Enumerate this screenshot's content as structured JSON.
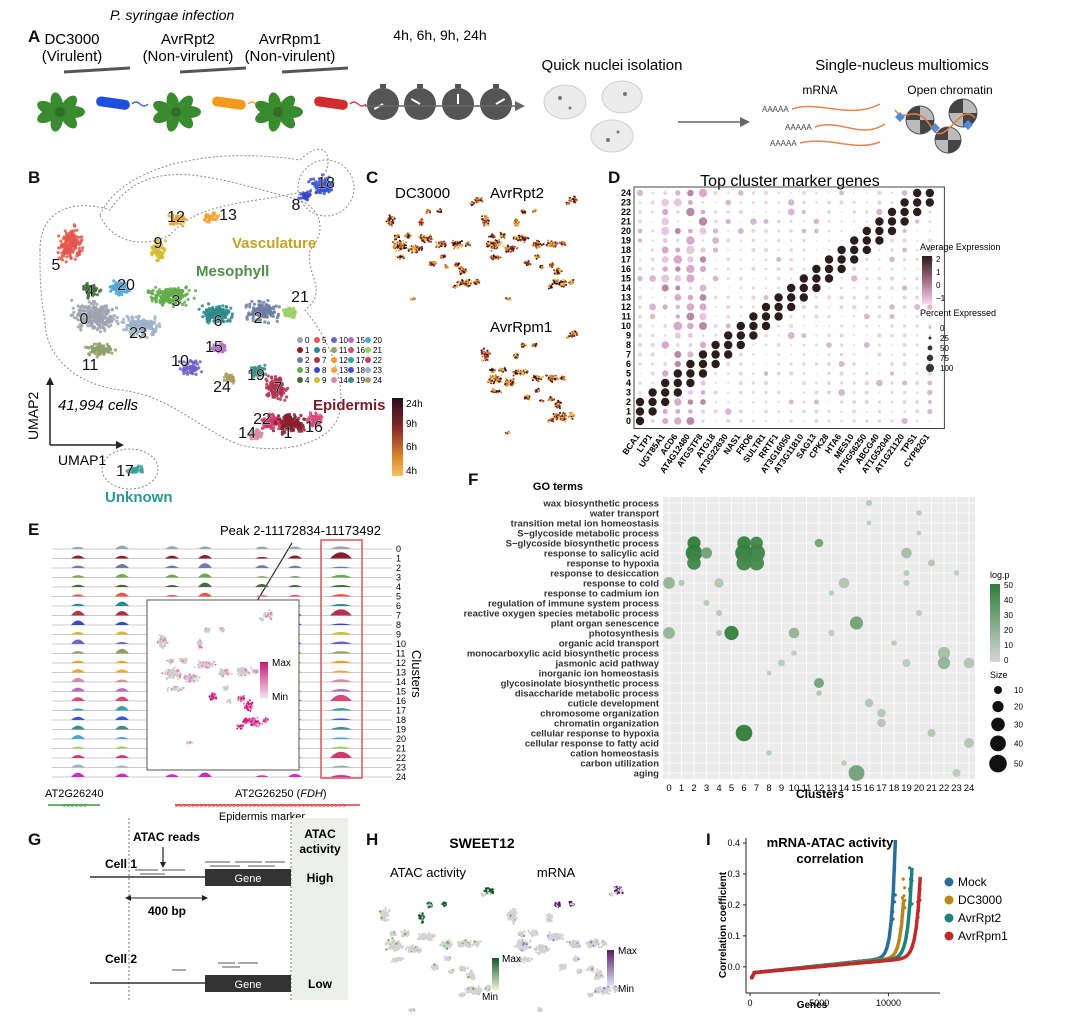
{
  "panel_letters": [
    "A",
    "B",
    "C",
    "D",
    "E",
    "F",
    "G",
    "H",
    "I"
  ],
  "panelA": {
    "title": "P. syringae infection",
    "strains": [
      {
        "name": "DC3000",
        "type": "(Virulent)",
        "color": "#1f4fe0"
      },
      {
        "name": "AvrRpt2",
        "type": "(Non-virulent)",
        "color": "#f39a1e"
      },
      {
        "name": "AvrRpm1",
        "type": "(Non-virulent)",
        "color": "#d22b2b"
      }
    ],
    "timepoints": "4h, 6h, 9h, 24h",
    "isolation": "Quick nuclei isolation",
    "multiomics": "Single-nucleus multiomics",
    "mrna_label": "mRNA",
    "chromatin_label": "Open chromatin"
  },
  "panelB": {
    "vasculature": "Vasculature",
    "mesophyll": "Mesophyll",
    "epidermis": "Epidermis",
    "unknown": "Unknown",
    "cells": "41,994 cells",
    "xaxis": "UMAP1",
    "yaxis": "UMAP2",
    "cluster_labels": [
      {
        "t": "18"
      },
      {
        "t": "8"
      },
      {
        "t": "12"
      },
      {
        "t": "13"
      },
      {
        "t": "9"
      },
      {
        "t": "5"
      },
      {
        "t": "4"
      },
      {
        "t": "20"
      },
      {
        "t": "3"
      },
      {
        "t": "0"
      },
      {
        "t": "6"
      },
      {
        "t": "2"
      },
      {
        "t": "21"
      },
      {
        "t": "23"
      },
      {
        "t": "11"
      },
      {
        "t": "15"
      },
      {
        "t": "10"
      },
      {
        "t": "24"
      },
      {
        "t": "19"
      },
      {
        "t": "7"
      },
      {
        "t": "22"
      },
      {
        "t": "14"
      },
      {
        "t": "1"
      },
      {
        "t": "16"
      },
      {
        "t": "17"
      }
    ],
    "legend": [
      "0",
      "1",
      "2",
      "3",
      "4",
      "5",
      "6",
      "7",
      "8",
      "9",
      "10",
      "11",
      "12",
      "13",
      "14",
      "15",
      "16",
      "17",
      "18",
      "19",
      "20",
      "21",
      "22",
      "23",
      "24"
    ],
    "legend_colors": [
      "#9ea3b0",
      "#8a1e2e",
      "#6e7da3",
      "#63ad4a",
      "#3f6e3a",
      "#e6564f",
      "#2d8a8a",
      "#b23050",
      "#3a47c8",
      "#d4bc2f",
      "#6d63c9",
      "#8fa06b",
      "#e8a228",
      "#f0a53a",
      "#d98ca8",
      "#b76ac8",
      "#d44b7a",
      "#3aa19a",
      "#3d55d6",
      "#3a8f86",
      "#4fa6d8",
      "#9ad06a",
      "#cf3a6a",
      "#9bb2c9",
      "#a8a062"
    ]
  },
  "panelC": {
    "titles": [
      "DC3000",
      "AvrRpt2",
      "AvrRpm1"
    ],
    "legend": [
      "24h",
      "9h",
      "6h",
      "4h"
    ]
  },
  "panelD": {
    "title": "Top cluster marker genes",
    "genes": [
      "BCA1",
      "LTP1",
      "UGT85A1",
      "ACD6",
      "AT4G12480",
      "ATGSTF8",
      "ATG18",
      "AT3G22630",
      "NAS1",
      "FRO6",
      "SULTR1",
      "RRTF1",
      "AT3G16050",
      "AT3G11810",
      "SAG13",
      "CPK28",
      "HTA6",
      "MES10",
      "AT5G56250",
      "ABCG40",
      "AT1G52040",
      "AT1G21120",
      "TPS1",
      "CYP82G1"
    ],
    "rows": [
      "24",
      "23",
      "22",
      "21",
      "20",
      "19",
      "18",
      "17",
      "16",
      "15",
      "14",
      "13",
      "12",
      "11",
      "10",
      "9",
      "8",
      "7",
      "6",
      "5",
      "4",
      "3",
      "2",
      "1",
      "0"
    ],
    "avg_expr_title": "Average Expression",
    "avg_expr_ticks": [
      "2",
      "1",
      "0",
      "−1"
    ],
    "pct_title": "Percent Expressed",
    "pct_ticks": [
      "0",
      "25",
      "50",
      "75",
      "100"
    ]
  },
  "panelE": {
    "peak": "Peak 2-11172834-11173492",
    "clusters_label": "Clusters",
    "tracks": [
      "0",
      "1",
      "2",
      "3",
      "4",
      "5",
      "6",
      "7",
      "8",
      "9",
      "10",
      "11",
      "12",
      "13",
      "14",
      "15",
      "16",
      "17",
      "18",
      "19",
      "20",
      "21",
      "22",
      "23",
      "24"
    ],
    "track_colors": [
      "#9ea3b0",
      "#8a1e2e",
      "#6e7da3",
      "#63ad4a",
      "#3f6e3a",
      "#e6564f",
      "#2d8a8a",
      "#b23050",
      "#3a47c8",
      "#d4bc2f",
      "#6d63c9",
      "#8fa06b",
      "#e8a228",
      "#f0a53a",
      "#d98ca8",
      "#b76ac8",
      "#d44b7a",
      "#3aa19a",
      "#3d55d6",
      "#3a8f86",
      "#4fa6d8",
      "#9ad06a",
      "#cf3a6a",
      "#9bb2c9",
      "#d12ac0"
    ],
    "gene1": "AT2G26240",
    "gene2": "AT2G26250 (",
    "gene2_it": "FDH",
    "gene2_end": ")",
    "marker": "Epidermis marker",
    "max": "Max",
    "min": "Min"
  },
  "panelF": {
    "title": "GO terms",
    "terms": [
      "wax biosynthetic process",
      "water transport",
      "transition metal ion homeostasis",
      "S−glycoside metabolic process",
      "S−glycoside biosynthetic process",
      "response to salicylic acid",
      "response to hypoxia",
      "response to desiccation",
      "response to cold",
      "response to cadmium ion",
      "regulation of immune system process",
      "reactive oxygen species metabolic process",
      "plant organ senescence",
      "photosynthesis",
      "organic acid transport",
      "monocarboxylic acid biosynthetic process",
      "jasmonic acid pathway",
      "inorganic ion homeostasis",
      "glycosinolate biosynthetic process",
      "disaccharide metabolic process",
      "cuticle development",
      "chromosome organization",
      "chromatin organization",
      "cellular response to hypoxia",
      "cellular response to fatty acid",
      "cation homeostasis",
      "carbon utilization",
      "aging"
    ],
    "clusters": [
      "0",
      "1",
      "2",
      "3",
      "4",
      "5",
      "6",
      "7",
      "8",
      "9",
      "10",
      "11",
      "12",
      "13",
      "14",
      "15",
      "16",
      "17",
      "18",
      "19",
      "20",
      "21",
      "22",
      "23",
      "24"
    ],
    "xlabel": "Clusters",
    "logp_title": "log.p",
    "logp_ticks": [
      "50",
      "40",
      "30",
      "20",
      "10",
      "0"
    ],
    "size_title": "Size",
    "size_ticks": [
      "10",
      "20",
      "30",
      "40",
      "50"
    ],
    "points": [
      {
        "t": 0,
        "c": 16,
        "s": 6,
        "p": 8
      },
      {
        "t": 1,
        "c": 20,
        "s": 5,
        "p": 8
      },
      {
        "t": 2,
        "c": 16,
        "s": 4,
        "p": 6
      },
      {
        "t": 3,
        "c": 20,
        "s": 4,
        "p": 6
      },
      {
        "t": 4,
        "c": 2,
        "s": 28,
        "p": 50
      },
      {
        "t": 4,
        "c": 6,
        "s": 30,
        "p": 48
      },
      {
        "t": 4,
        "c": 7,
        "s": 26,
        "p": 45
      },
      {
        "t": 4,
        "c": 12,
        "s": 12,
        "p": 30
      },
      {
        "t": 5,
        "c": 2,
        "s": 44,
        "p": 50
      },
      {
        "t": 5,
        "c": 3,
        "s": 20,
        "p": 30
      },
      {
        "t": 5,
        "c": 6,
        "s": 50,
        "p": 48
      },
      {
        "t": 5,
        "c": 7,
        "s": 46,
        "p": 46
      },
      {
        "t": 5,
        "c": 19,
        "s": 18,
        "p": 15
      },
      {
        "t": 6,
        "c": 2,
        "s": 30,
        "p": 45
      },
      {
        "t": 6,
        "c": 6,
        "s": 36,
        "p": 45
      },
      {
        "t": 6,
        "c": 7,
        "s": 36,
        "p": 44
      },
      {
        "t": 6,
        "c": 21,
        "s": 8,
        "p": 10
      },
      {
        "t": 7,
        "c": 23,
        "s": 5,
        "p": 6
      },
      {
        "t": 7,
        "c": 19,
        "s": 6,
        "p": 8
      },
      {
        "t": 8,
        "c": 0,
        "s": 22,
        "p": 20
      },
      {
        "t": 8,
        "c": 1,
        "s": 6,
        "p": 10
      },
      {
        "t": 8,
        "c": 4,
        "s": 14,
        "p": 10
      },
      {
        "t": 8,
        "c": 14,
        "s": 18,
        "p": 10
      },
      {
        "t": 8,
        "c": 19,
        "s": 6,
        "p": 8
      },
      {
        "t": 9,
        "c": 13,
        "s": 5,
        "p": 8
      },
      {
        "t": 10,
        "c": 3,
        "s": 6,
        "p": 8
      },
      {
        "t": 11,
        "c": 4,
        "s": 6,
        "p": 8
      },
      {
        "t": 11,
        "c": 20,
        "s": 6,
        "p": 6
      },
      {
        "t": 12,
        "c": 15,
        "s": 28,
        "p": 30
      },
      {
        "t": 13,
        "c": 0,
        "s": 22,
        "p": 20
      },
      {
        "t": 13,
        "c": 4,
        "s": 6,
        "p": 8
      },
      {
        "t": 13,
        "c": 5,
        "s": 32,
        "p": 48
      },
      {
        "t": 13,
        "c": 10,
        "s": 18,
        "p": 20
      },
      {
        "t": 13,
        "c": 13,
        "s": 6,
        "p": 8
      },
      {
        "t": 14,
        "c": 18,
        "s": 5,
        "p": 8
      },
      {
        "t": 15,
        "c": 22,
        "s": 24,
        "p": 15
      },
      {
        "t": 15,
        "c": 10,
        "s": 5,
        "p": 6
      },
      {
        "t": 16,
        "c": 9,
        "s": 8,
        "p": 8
      },
      {
        "t": 16,
        "c": 19,
        "s": 10,
        "p": 8
      },
      {
        "t": 16,
        "c": 22,
        "s": 24,
        "p": 20
      },
      {
        "t": 16,
        "c": 24,
        "s": 18,
        "p": 10
      },
      {
        "t": 17,
        "c": 8,
        "s": 4,
        "p": 6
      },
      {
        "t": 18,
        "c": 12,
        "s": 16,
        "p": 30
      },
      {
        "t": 19,
        "c": 12,
        "s": 5,
        "p": 10
      },
      {
        "t": 20,
        "c": 16,
        "s": 12,
        "p": 10
      },
      {
        "t": 21,
        "c": 17,
        "s": 12,
        "p": 10
      },
      {
        "t": 22,
        "c": 17,
        "s": 12,
        "p": 10
      },
      {
        "t": 23,
        "c": 6,
        "s": 44,
        "p": 50
      },
      {
        "t": 23,
        "c": 21,
        "s": 10,
        "p": 10
      },
      {
        "t": 24,
        "c": 24,
        "s": 16,
        "p": 10
      },
      {
        "t": 25,
        "c": 8,
        "s": 5,
        "p": 8
      },
      {
        "t": 26,
        "c": 14,
        "s": 5,
        "p": 8
      },
      {
        "t": 27,
        "c": 15,
        "s": 40,
        "p": 30
      },
      {
        "t": 27,
        "c": 23,
        "s": 10,
        "p": 8
      }
    ]
  },
  "panelG": {
    "atac_reads": "ATAC reads",
    "atac_activity": [
      "ATAC",
      "activity"
    ],
    "cell1": "Cell 1",
    "cell2": "Cell 2",
    "gene": "Gene",
    "high": "High",
    "low": "Low",
    "bp": "400 bp"
  },
  "panelH": {
    "title": "SWEET12",
    "sub1": "ATAC activity",
    "sub2": "mRNA",
    "max": "Max",
    "min": "Min"
  },
  "panelI": {
    "title": "mRNA-ATAC activity",
    "title2": "correlation",
    "ylabel": "Correlation coefficient",
    "xlabel": "Genes",
    "yticks": [
      "0.4",
      "0.3",
      "0.2",
      "0.1",
      "0.0"
    ],
    "xticks": [
      "0",
      "5000",
      "10000"
    ],
    "legend": [
      {
        "name": "Mock",
        "color": "#2a6d9a"
      },
      {
        "name": "DC3000",
        "color": "#b8861f"
      },
      {
        "name": "AvrRpt2",
        "color": "#1d8378"
      },
      {
        "name": "AvrRpm1",
        "color": "#c22a2a"
      }
    ]
  }
}
